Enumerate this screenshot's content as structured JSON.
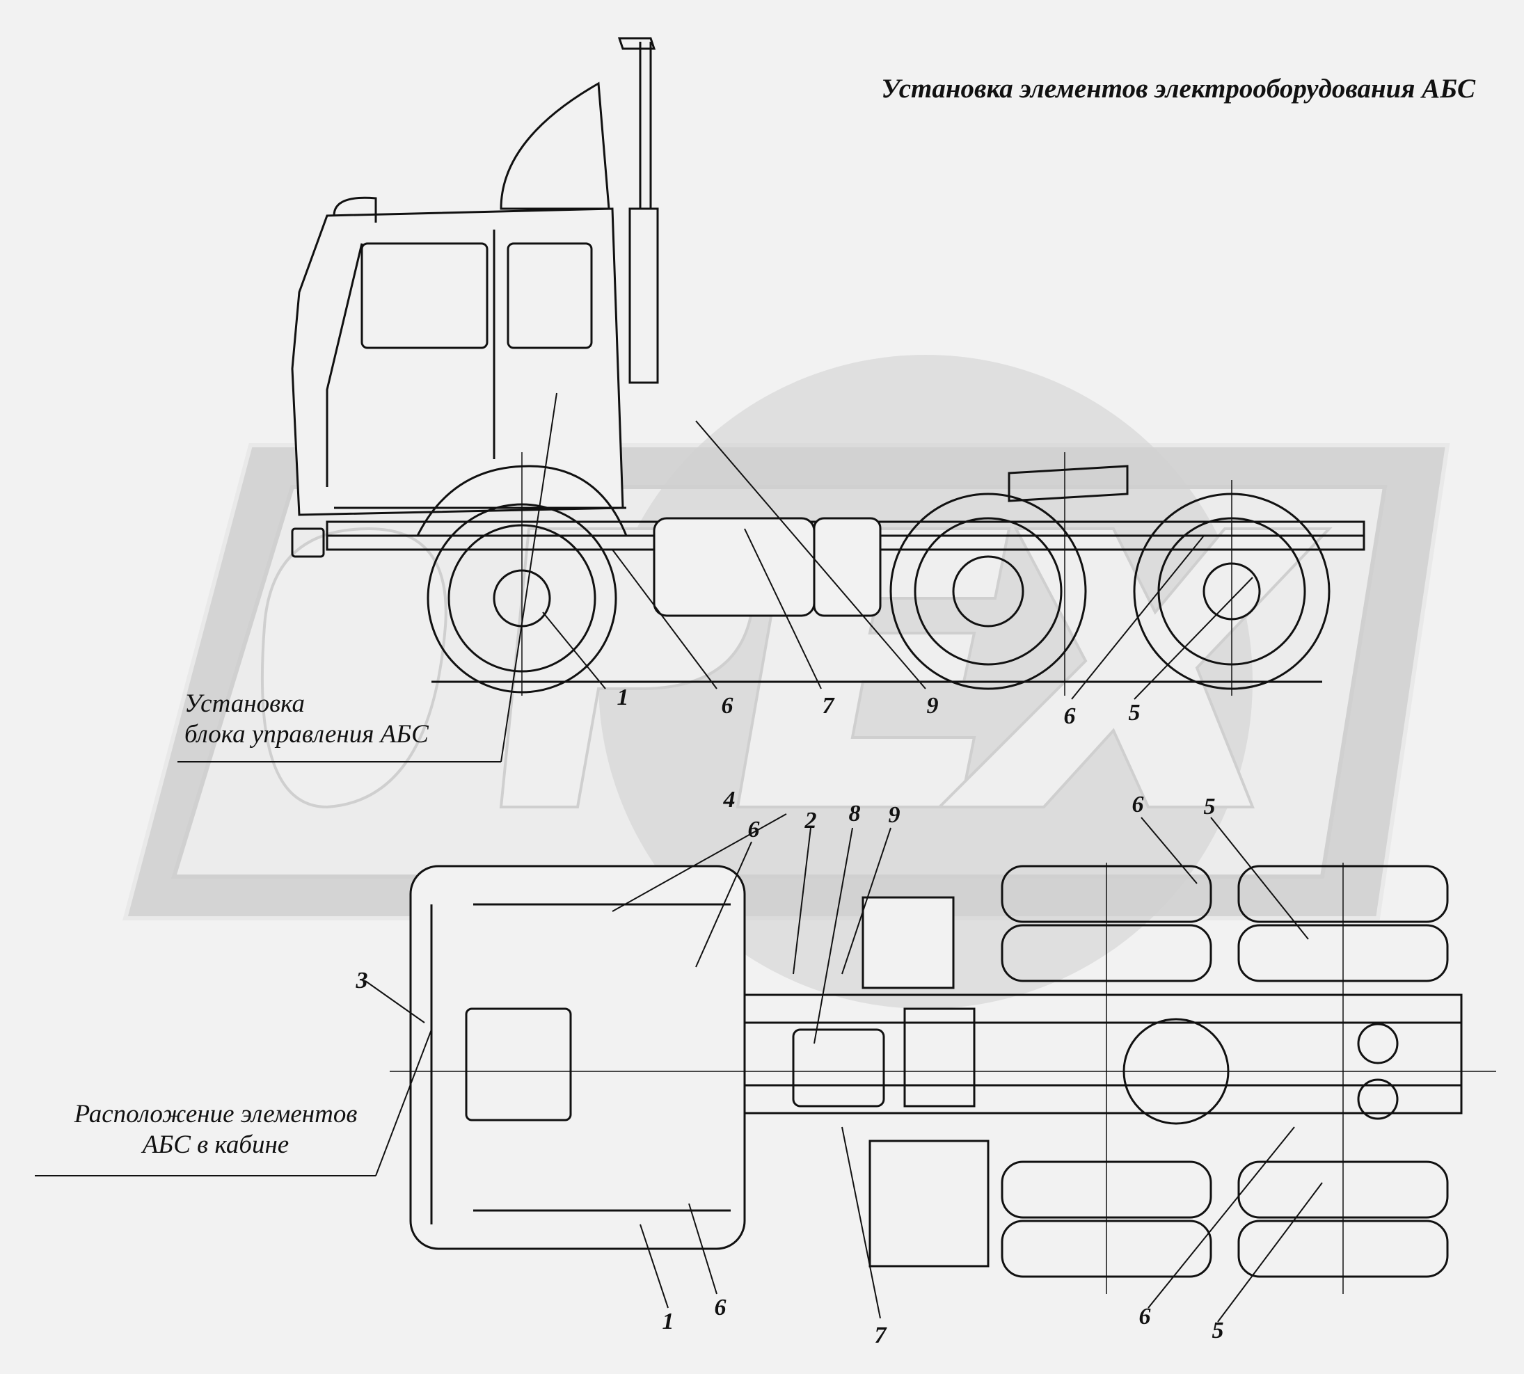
{
  "title": "Установка элементов электрооборудования АБС",
  "captions": {
    "control_unit_line1": "Установка",
    "control_unit_line2": "блока управления АБС",
    "cabin_line1": "Расположение элементов",
    "cabin_line2": "АБС в кабине"
  },
  "watermark": "ОРЕХ",
  "callouts": [
    {
      "id": "side-1",
      "label": "1"
    },
    {
      "id": "side-6a",
      "label": "6"
    },
    {
      "id": "side-7",
      "label": "7"
    },
    {
      "id": "side-9",
      "label": "9"
    },
    {
      "id": "side-6b",
      "label": "6"
    },
    {
      "id": "side-5",
      "label": "5"
    },
    {
      "id": "top-4",
      "label": "4"
    },
    {
      "id": "top-6a",
      "label": "6"
    },
    {
      "id": "top-2",
      "label": "2"
    },
    {
      "id": "top-8",
      "label": "8"
    },
    {
      "id": "top-9",
      "label": "9"
    },
    {
      "id": "top-6b",
      "label": "6"
    },
    {
      "id": "top-5a",
      "label": "5"
    },
    {
      "id": "top-3",
      "label": "3"
    },
    {
      "id": "top-1",
      "label": "1"
    },
    {
      "id": "top-6c",
      "label": "6"
    },
    {
      "id": "top-7",
      "label": "7"
    },
    {
      "id": "top-6d",
      "label": "6"
    },
    {
      "id": "top-5b",
      "label": "5"
    }
  ]
}
